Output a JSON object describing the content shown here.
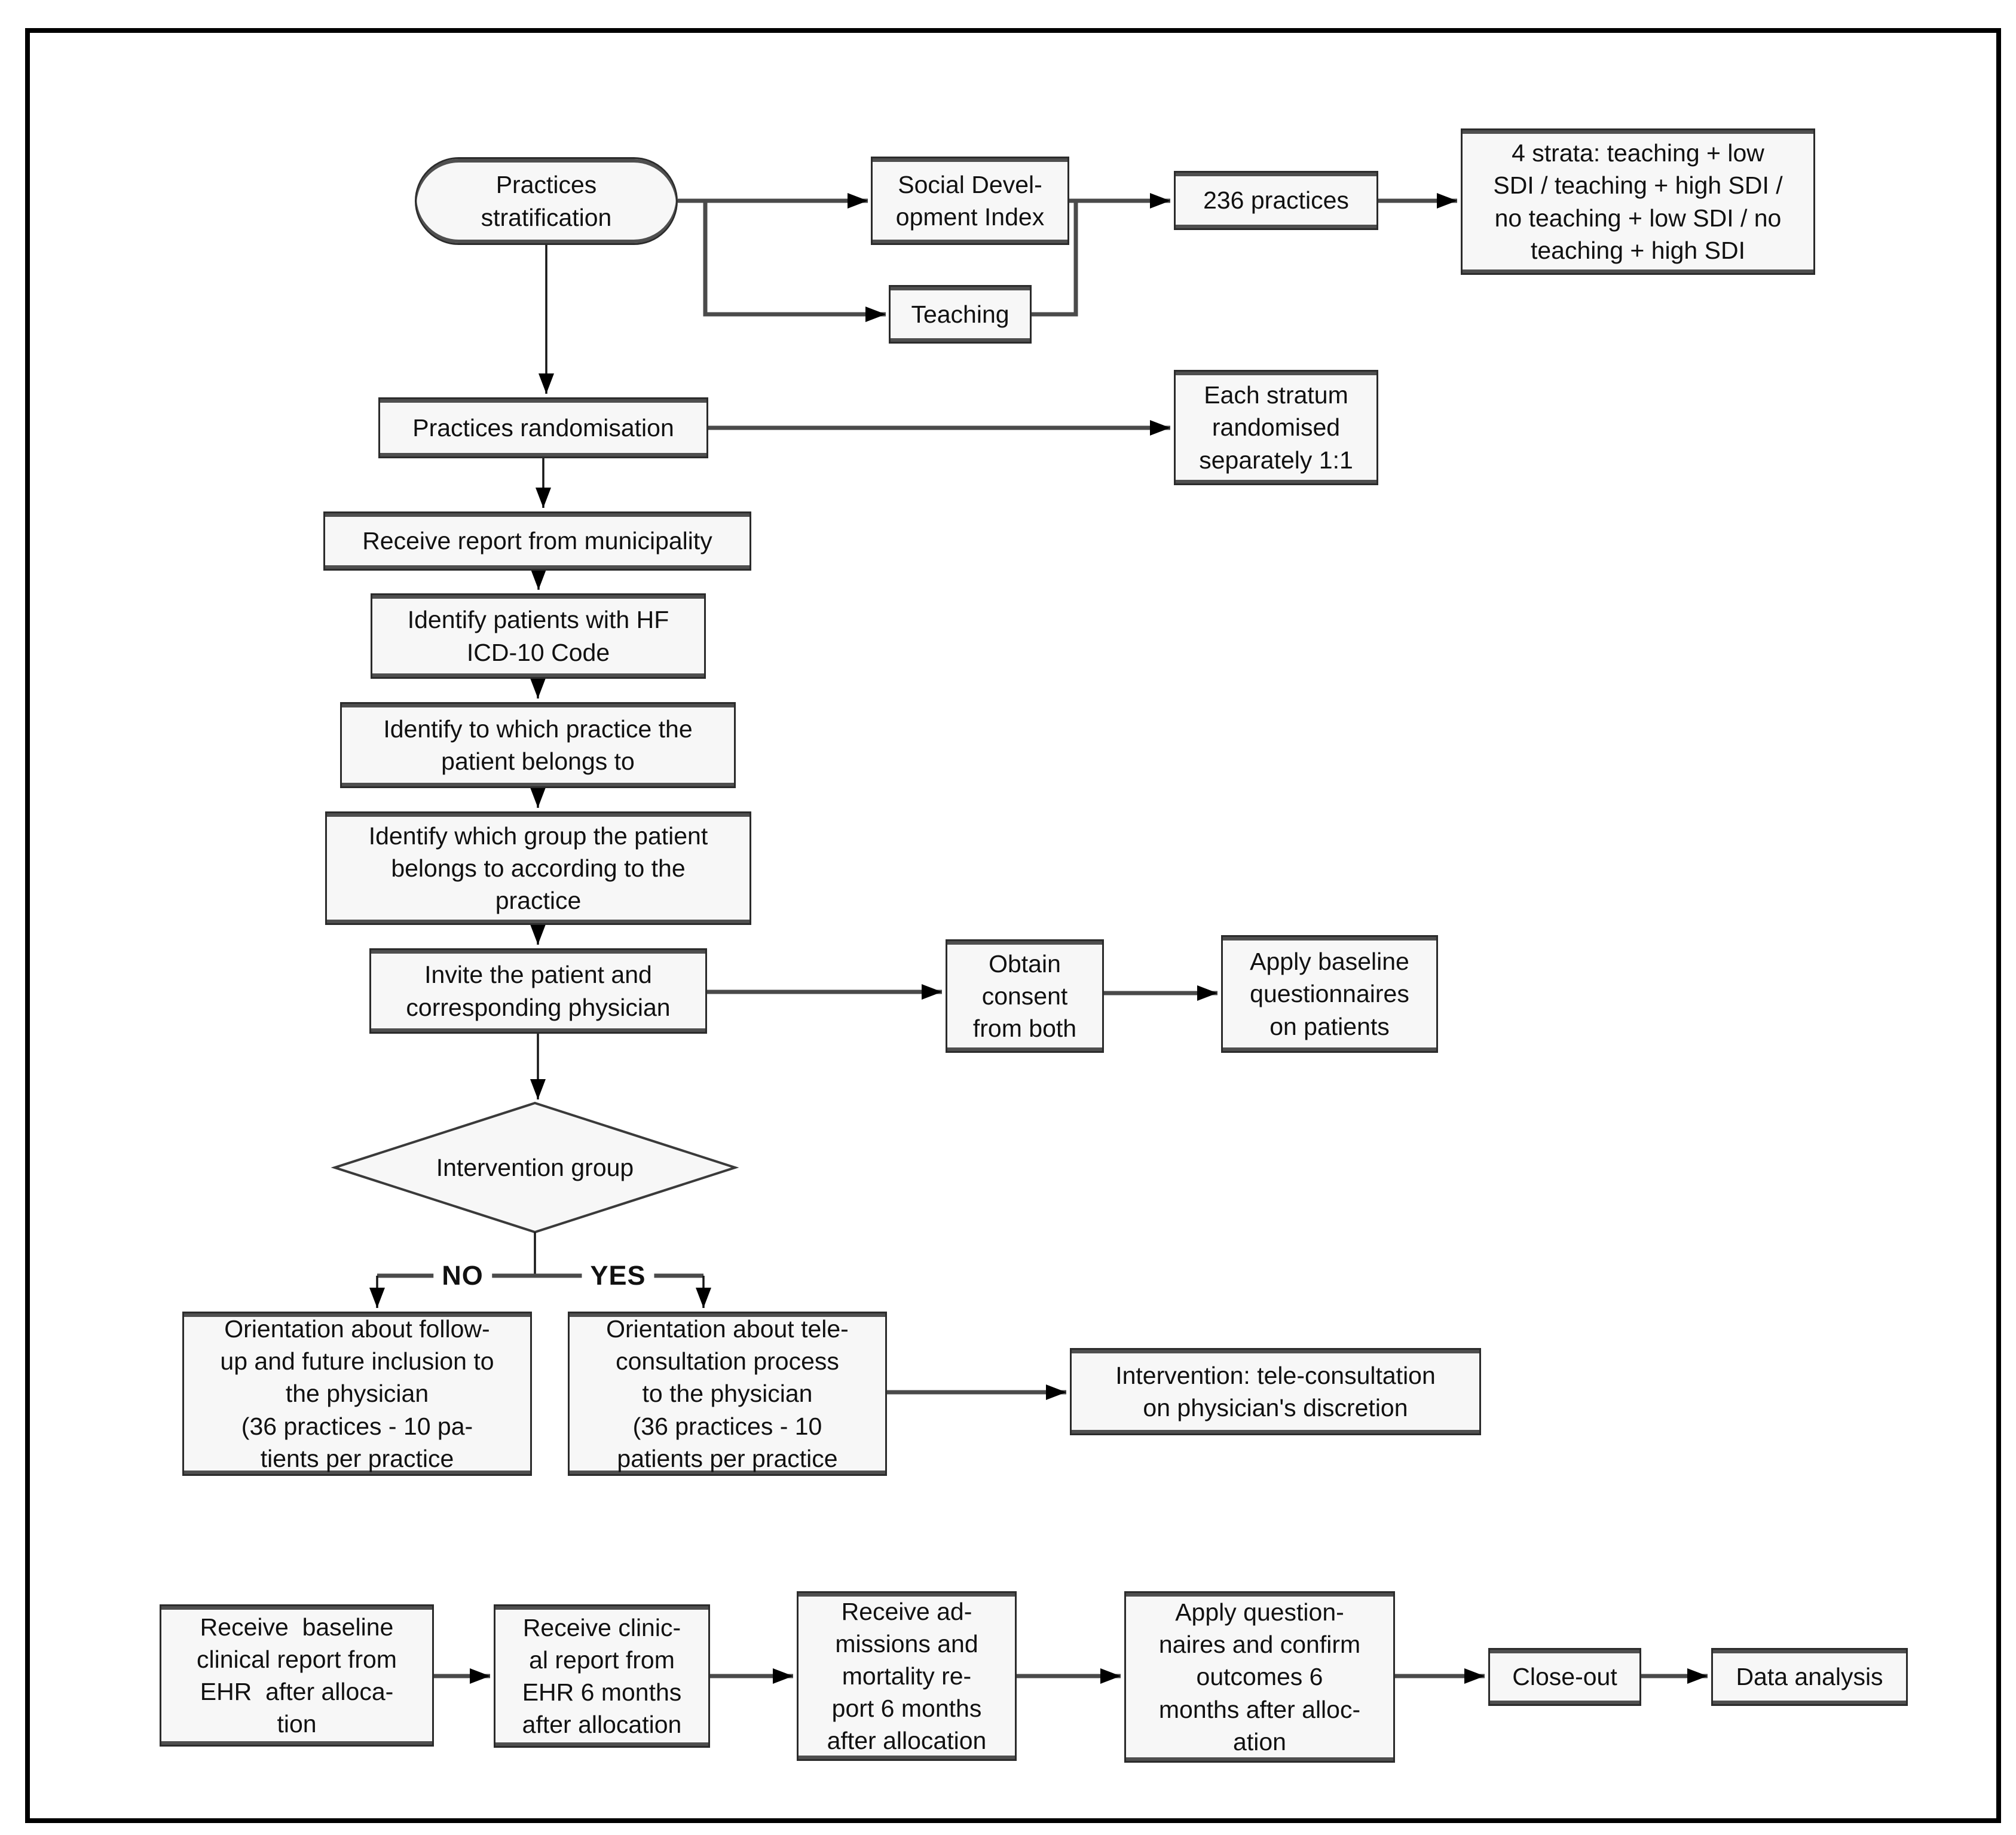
{
  "figure": {
    "background": "#ffffff",
    "frame_color": "#000000",
    "node_fill": "#f7f7f7",
    "node_border": "#2b2b2b",
    "node_accent": "#4f4f4f",
    "connector_color": "#4a4a4a",
    "text_color": "#111111"
  },
  "nodes": {
    "practices_stratification": {
      "label": "Practices\nstratification",
      "shape": "stadium"
    },
    "social_development_index": {
      "label": "Social Devel-\nopment Index",
      "shape": "rect"
    },
    "teaching": {
      "label": "Teaching",
      "shape": "rect"
    },
    "practices_236": {
      "label": "236 practices",
      "shape": "rect"
    },
    "four_strata": {
      "label": "4 strata: teaching + low\nSDI / teaching + high SDI /\nno teaching + low SDI / no\nteaching + high SDI",
      "shape": "rect"
    },
    "practices_randomisation": {
      "label": "Practices randomisation",
      "shape": "rect"
    },
    "each_stratum": {
      "label": "Each stratum\nrandomised\nseparately 1:1",
      "shape": "rect"
    },
    "receive_report_municipality": {
      "label": "Receive report from municipality",
      "shape": "rect"
    },
    "identify_patients_hf": {
      "label": "Identify patients with HF\nICD-10 Code",
      "shape": "rect"
    },
    "identify_practice": {
      "label": "Identify to which practice the\npatient belongs to",
      "shape": "rect"
    },
    "identify_group": {
      "label": "Identify which group the patient\nbelongs to according to the\npractice",
      "shape": "rect"
    },
    "invite_patient_physician": {
      "label": "Invite the patient and\ncorresponding physician",
      "shape": "rect"
    },
    "obtain_consent": {
      "label": "Obtain\nconsent\nfrom both",
      "shape": "rect"
    },
    "apply_baseline_questionnaires": {
      "label": "Apply baseline\nquestionnaires\non patients",
      "shape": "rect"
    },
    "intervention_group": {
      "label": "Intervention group",
      "shape": "diamond"
    },
    "orientation_control": {
      "label": "Orientation about follow-\nup and future inclusion to\nthe physician\n(36 practices - 10 pa-\ntients per practice",
      "shape": "rect"
    },
    "orientation_intervention": {
      "label": "Orientation about tele-\nconsultation process\nto the physician\n(36 practices - 10\npatients per practice",
      "shape": "rect"
    },
    "intervention_teleconsultation": {
      "label": "Intervention: tele-consultation\non physician's discretion",
      "shape": "rect"
    },
    "receive_baseline_report": {
      "label": "Receive  baseline\nclinical report from\nEHR  after alloca-\ntion",
      "shape": "rect"
    },
    "receive_clinical_report": {
      "label": "Receive clinic-\nal report from\nEHR 6 months\nafter allocation",
      "shape": "rect"
    },
    "receive_admissions_report": {
      "label": "Receive ad-\nmissions and\nmortality re-\nport 6 months\nafter allocation",
      "shape": "rect"
    },
    "apply_questionnaires_confirm": {
      "label": "Apply question-\nnaires and confirm\noutcomes 6\nmonths after alloc-\nation",
      "shape": "rect"
    },
    "close_out": {
      "label": "Close-out",
      "shape": "rect"
    },
    "data_analysis": {
      "label": "Data analysis",
      "shape": "rect"
    }
  },
  "branch_labels": {
    "no": "NO",
    "yes": "YES"
  }
}
